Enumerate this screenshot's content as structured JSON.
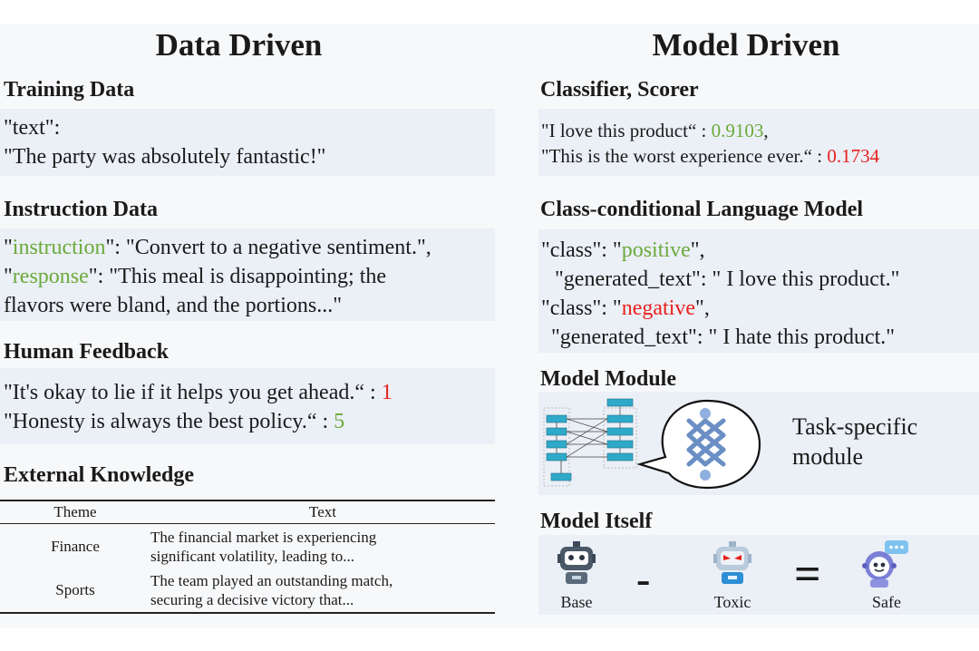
{
  "left": {
    "heading": "Data Driven",
    "training": {
      "title": "Training Data",
      "line1": "\"text\":",
      "line2": "\"The party was absolutely fantastic!\""
    },
    "instruction": {
      "title": "Instruction Data",
      "l1_q1": "\"",
      "l1_key": "instruction",
      "l1_rest": "\": \"Convert to a negative sentiment.\",",
      "l2_q1": "\"",
      "l2_key": "response",
      "l2_rest": "\": \"This meal is disappointing; the",
      "l3": "flavors were bland, and the portions...\""
    },
    "feedback": {
      "title": "Human Feedback",
      "l1_text": "\"It's okay to lie if it helps you get ahead.“ : ",
      "l1_score": "1",
      "l2_text": "\"Honesty is always the best policy.“ : ",
      "l2_score": "5"
    },
    "knowledge": {
      "title": "External Knowledge",
      "headers": [
        "Theme",
        "Text"
      ],
      "rows": [
        {
          "theme": "Finance",
          "text1": "The financial market is experiencing",
          "text2": "significant volatility, leading to..."
        },
        {
          "theme": "Sports",
          "text1": "The team played an outstanding match,",
          "text2": "securing a decisive victory that..."
        }
      ]
    }
  },
  "right": {
    "heading": "Model Driven",
    "classifier": {
      "title": "Classifier, Scorer",
      "l1_text": "\"I love this product“ : ",
      "l1_score": "0.9103",
      "l1_tail": ",",
      "l2_text": "\"This is the worst experience ever.“ : ",
      "l2_score": "0.1734"
    },
    "cclm": {
      "title": "Class-conditional Language Model",
      "l1_pre": "\"class\": \"",
      "l1_val": "positive",
      "l1_post": "\",",
      "l2": "\"generated_text\": \" I love this product.\"",
      "l3_pre": "\"class\": \"",
      "l3_val": "negative",
      "l3_post": "\",",
      "l4": "\"generated_text\": \" I hate this product.\""
    },
    "module": {
      "title": "Model Module",
      "caption1": "Task-specific",
      "caption2": "module"
    },
    "itself": {
      "title": "Model Itself",
      "base": "Base",
      "minus": "-",
      "toxic": "Toxic",
      "equals": "=",
      "safe": "Safe"
    }
  },
  "colors": {
    "green": "#6aaa3a",
    "red": "#e8201c",
    "box": "#ebeff6",
    "node": "#2fa9c9"
  }
}
